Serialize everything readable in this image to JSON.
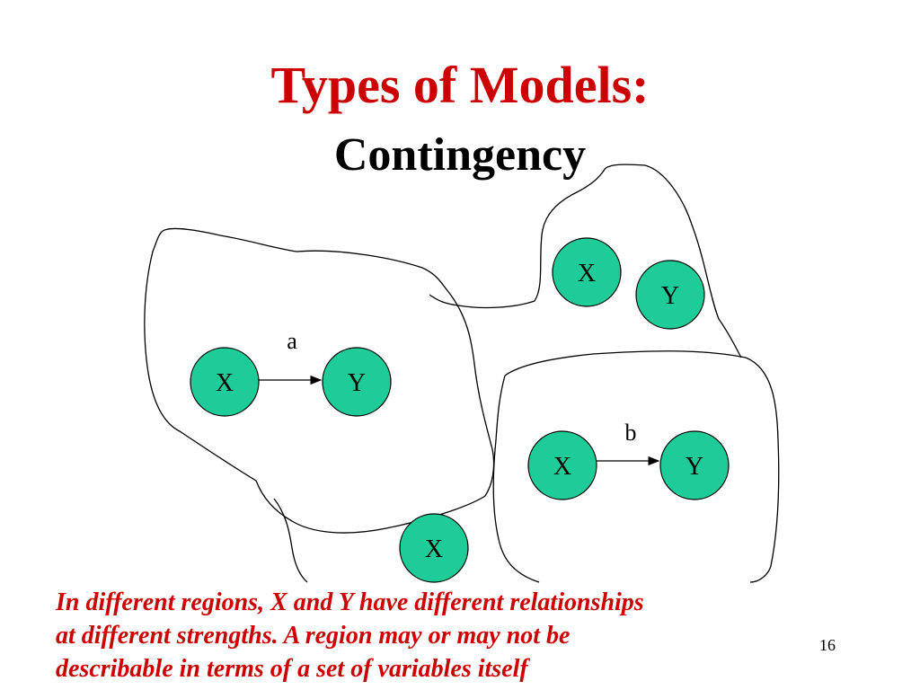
{
  "slide": {
    "title": "Types of Models:",
    "subtitle": "Contingency",
    "caption_lines": [
      "In different regions, X and Y have different relationships",
      "at different strengths.  A region may or may not be",
      "describable in terms of a set of variables itself"
    ],
    "page_number": "16"
  },
  "diagram": {
    "node_color": "#1ecc99",
    "region_a": {
      "label": "a",
      "nodes": [
        "X",
        "Y"
      ]
    },
    "region_top": {
      "nodes": [
        "X",
        "Y"
      ]
    },
    "region_b": {
      "label": "b",
      "nodes": [
        "X",
        "Y"
      ]
    },
    "bottom_node": "X"
  },
  "colors": {
    "title": "#cc0000",
    "caption": "#cc0000",
    "node_fill": "#1ecc99"
  }
}
